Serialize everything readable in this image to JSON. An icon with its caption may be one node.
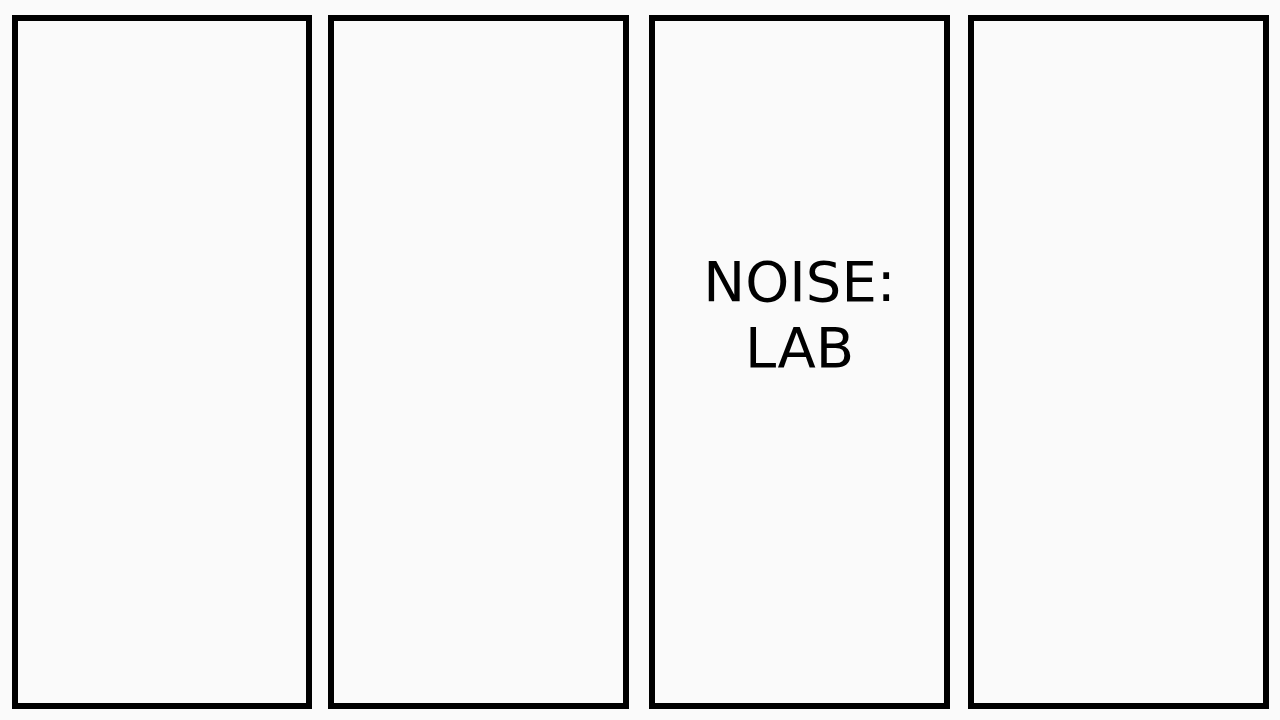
{
  "diagram": {
    "nodes": [
      {
        "text": [],
        "shape": "box"
      },
      {
        "text": [],
        "shape": "box"
      },
      {
        "text": [
          "NOISE: LAB"
        ]
      },
      {
        "text": [],
        "shape": "box"
      }
    ]
  }
}
